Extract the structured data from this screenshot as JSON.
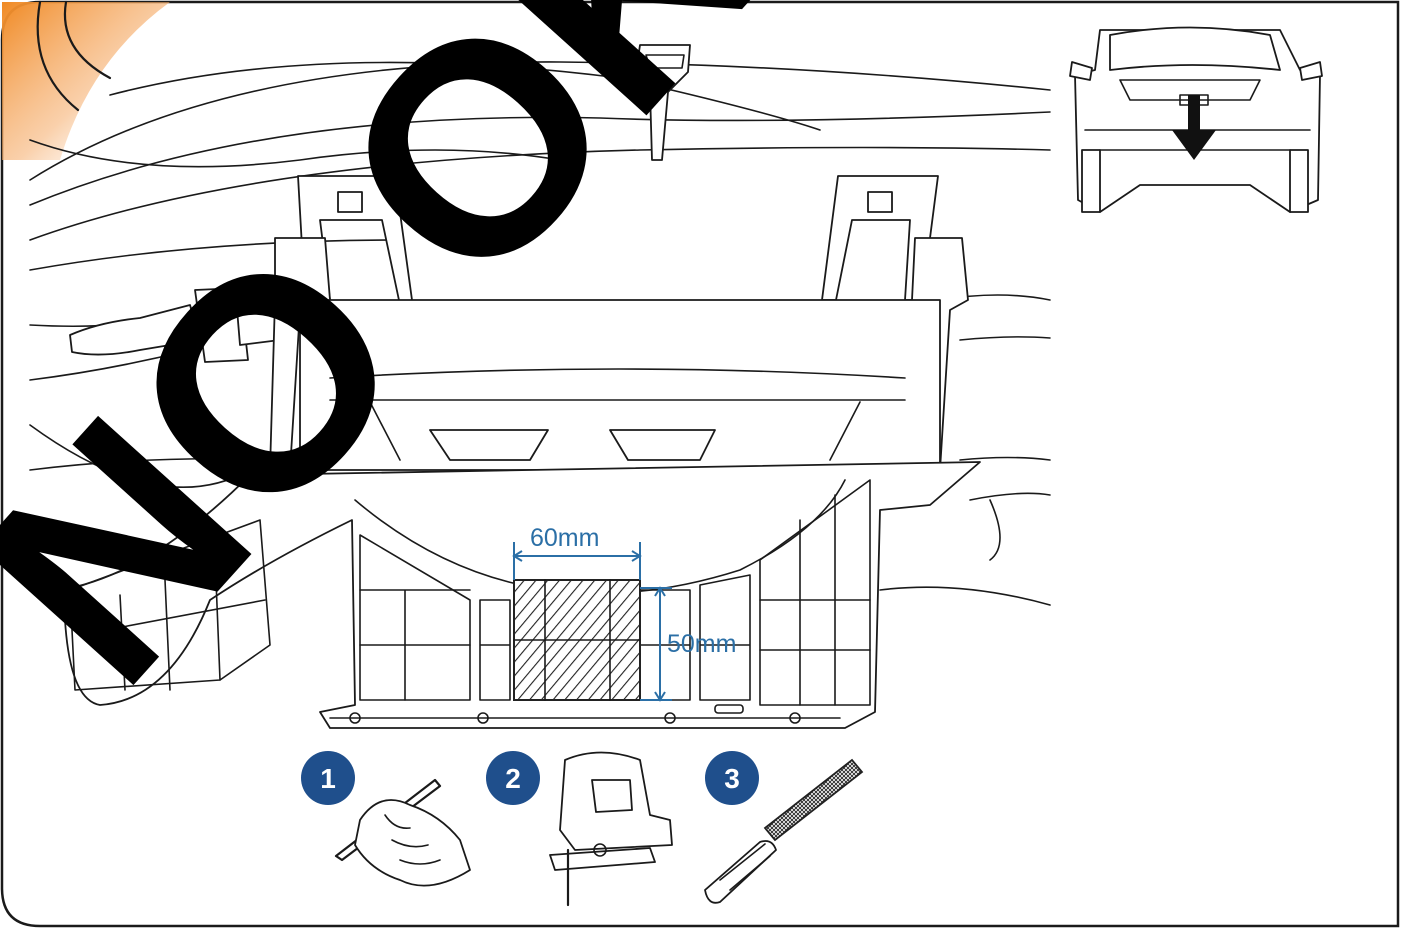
{
  "dimensions": {
    "width_label": "60mm",
    "height_label": "50mm",
    "color": "#2b6fa6"
  },
  "steps": [
    {
      "number": "1",
      "tool": "pencil-hand-icon"
    },
    {
      "number": "2",
      "tool": "jigsaw-icon"
    },
    {
      "number": "3",
      "tool": "file-tool-icon"
    }
  ],
  "watermark": {
    "text": "NO OK"
  },
  "colors": {
    "step_badge": "#1f4f8c",
    "accent_corner": "#f08a24",
    "hatch_area": "#000000"
  },
  "inset": {
    "icon": "car-rear-view-icon",
    "arrow": "down-arrow-icon"
  }
}
